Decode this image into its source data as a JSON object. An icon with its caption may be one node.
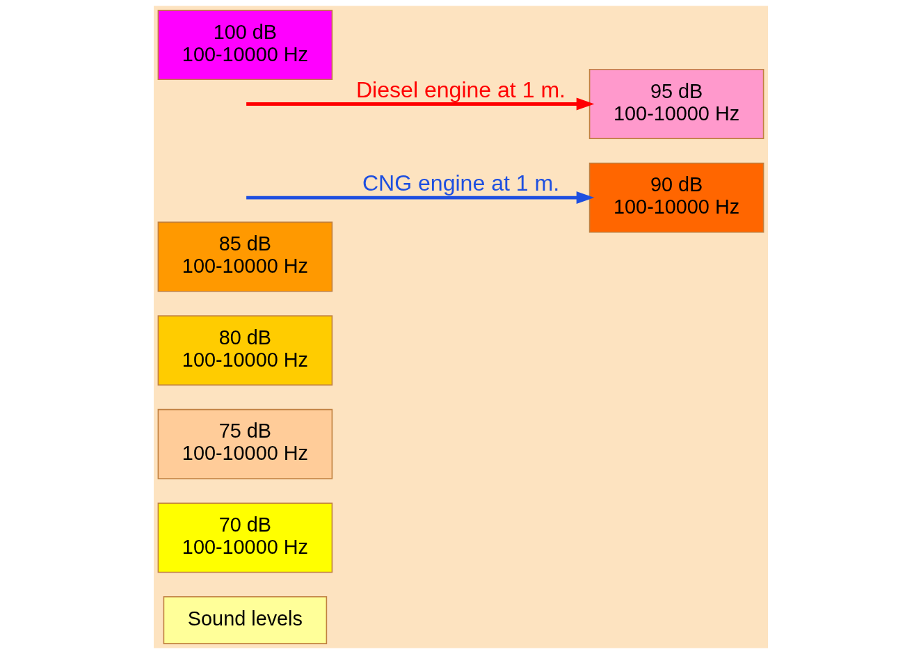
{
  "diagram": {
    "nodes": [
      {
        "text": [
          "100 dB",
          "100-10000 Hz"
        ]
      },
      {
        "text": [
          "95 dB",
          "100-10000 Hz"
        ]
      },
      {
        "text": [
          "90 dB",
          "100-10000 Hz"
        ]
      },
      {
        "text": [
          "85 dB",
          "100-10000 Hz"
        ]
      },
      {
        "text": [
          "80 dB",
          "100-10000 Hz"
        ]
      },
      {
        "text": [
          "75 dB",
          "100-10000 Hz"
        ]
      },
      {
        "text": [
          "70 dB",
          "100-10000 Hz"
        ]
      },
      {
        "text": [
          "Sound levels"
        ]
      }
    ],
    "edges": [
      {
        "from": null,
        "to": 1,
        "arrow": "to",
        "label": "Diesel engine at 1 m.",
        "color": "#ff0000"
      },
      {
        "from": null,
        "to": 2,
        "arrow": "to",
        "label": "CNG engine at 1 m.",
        "color": "#1e4fe0"
      }
    ]
  }
}
